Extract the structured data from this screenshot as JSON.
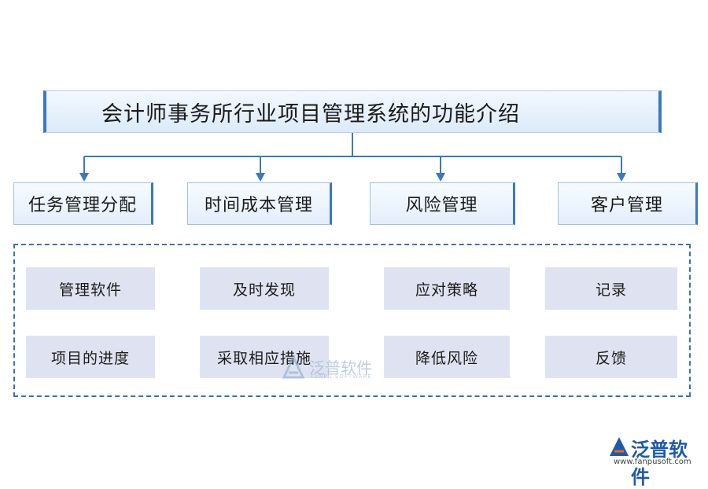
{
  "title": "会计师事务所行业项目管理系统的功能介绍",
  "categories": [
    "任务管理分配",
    "时间成本管理",
    "风险管理",
    "客户管理"
  ],
  "items_row1": [
    "管理软件",
    "及时发现",
    "应对策略",
    "记录"
  ],
  "items_row2": [
    "项目的进度",
    "采取相应措施",
    "降低风险",
    "反馈"
  ],
  "watermark": {
    "name": "泛普软件",
    "sub": "FANPU SOFTWARE"
  },
  "brand": {
    "name": "泛普软件",
    "url": "www.fanpusoft.com"
  },
  "colors": {
    "accent": "#3b78c4",
    "item_bg": "#dfe3f1",
    "frame_border": "#3e6fb0",
    "brand": "#1f5aa8"
  }
}
